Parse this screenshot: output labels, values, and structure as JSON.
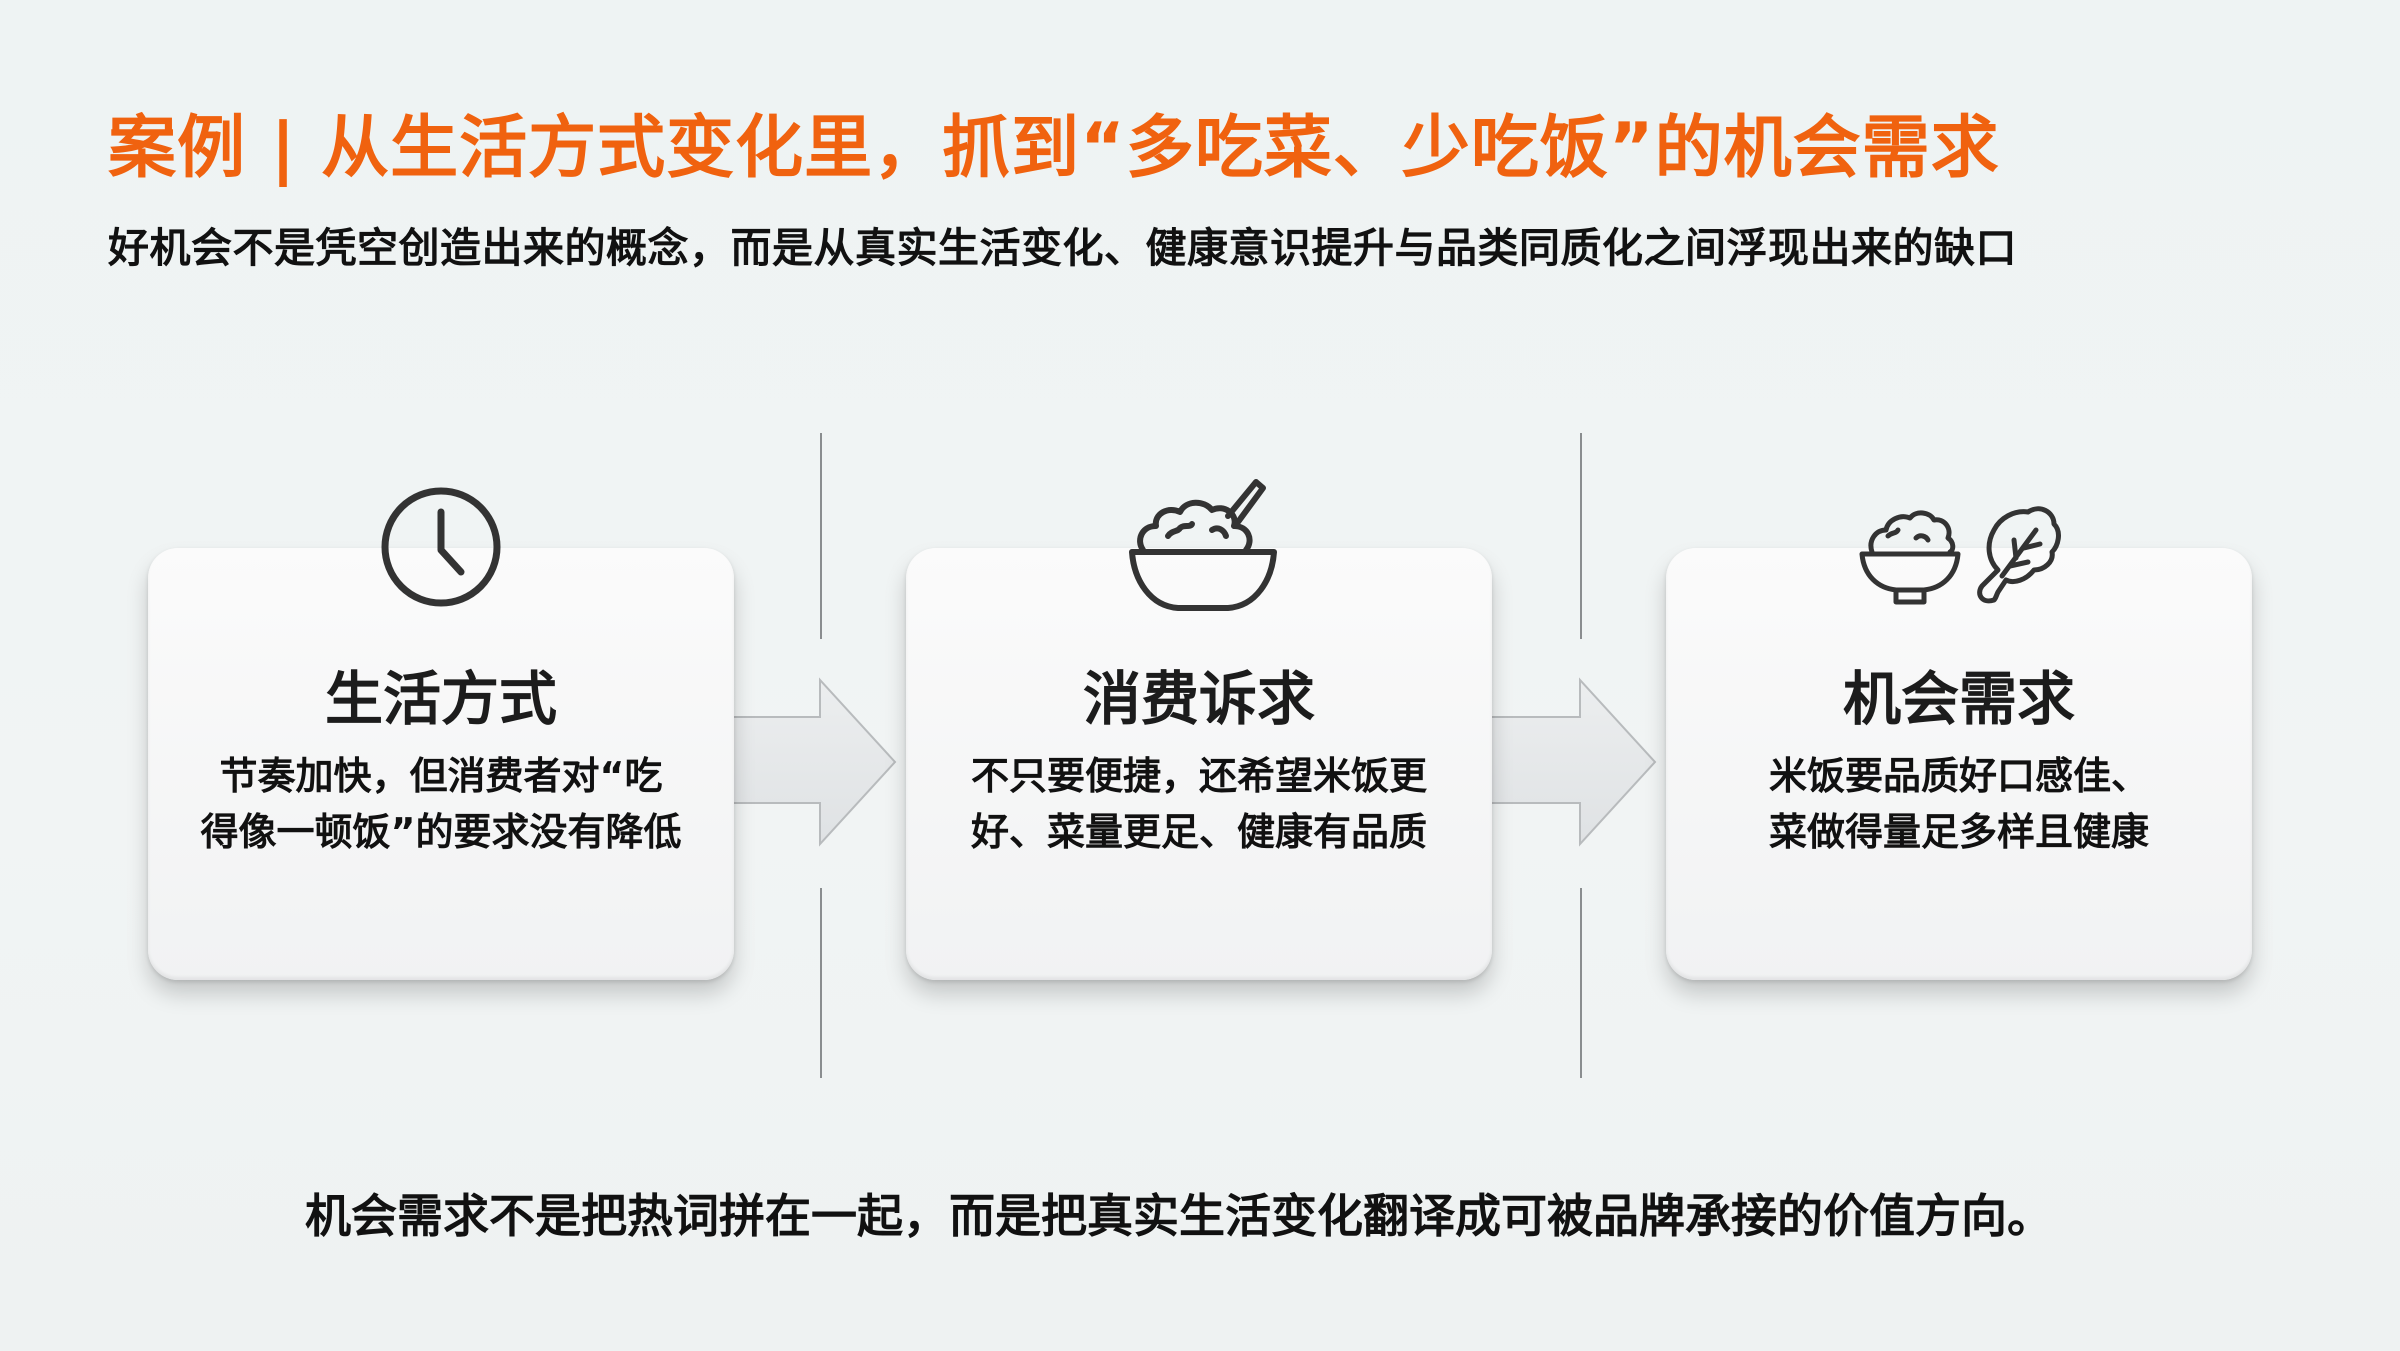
{
  "header": {
    "title": "案例 | 从生活方式变化里，抓到“多吃菜、少吃饭”的机会需求",
    "subtitle": "好机会不是凭空创造出来的概念，而是从真实生活变化、健康意识提升与品类同质化之间浮现出来的缺口"
  },
  "colors": {
    "accent": "#f0620f",
    "background": "#eef3f3",
    "text": "#111111",
    "icon_stroke": "#333333"
  },
  "cards": [
    {
      "icon": "clock-icon",
      "title": "生活方式",
      "body_lines": [
        "节奏加快，但消费者对“吃",
        "得像一顿饭”的要求没有降低"
      ]
    },
    {
      "icon": "rice-bowl-with-spoon-icon",
      "title": "消费诉求",
      "body_lines": [
        "不只要便捷，还希望米饭更",
        "好、菜量更足、健康有品质"
      ]
    },
    {
      "icon": "rice-bowl-and-vegetable-icon",
      "title": "机会需求",
      "body_lines": [
        "米饭要品质好口感佳、",
        "菜做得量足多样且健康"
      ]
    }
  ],
  "footer": {
    "text": "机会需求不是把热词拼在一起，而是把真实生活变化翻译成可被品牌承接的价值方向。"
  }
}
